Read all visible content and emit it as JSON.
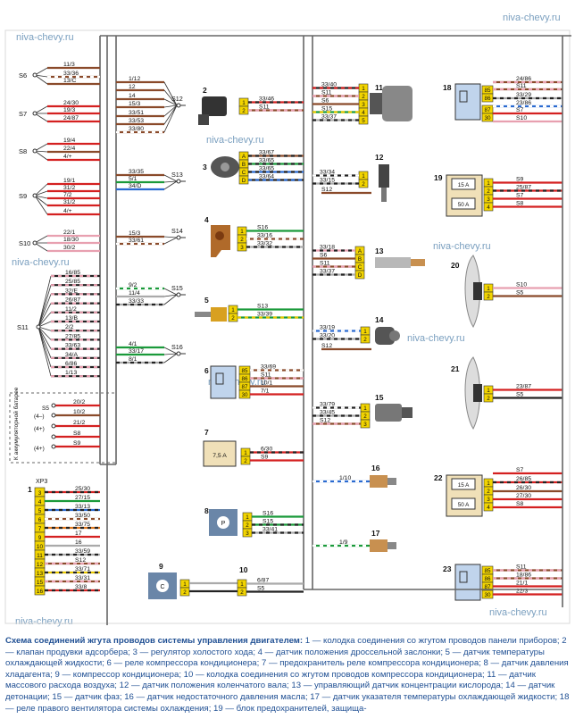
{
  "watermark": "niva-chevy.ru",
  "grounds": [
    "S6",
    "S7",
    "S8",
    "S9",
    "S10",
    "S11",
    "S12",
    "S13",
    "S14",
    "S15",
    "S16"
  ],
  "left_groups": {
    "S6": [
      "11/3",
      "33/36",
      "13/C"
    ],
    "S7": [
      "24/30",
      "19/3",
      "24/87"
    ],
    "S8": [
      "19/4",
      "22/4",
      "4/+"
    ],
    "S9": [
      "19/1",
      "31/2",
      "7/2",
      "31/2",
      "4/+"
    ],
    "S10": [
      "22/1",
      "18/30",
      "30/2"
    ],
    "S11": [
      "16/85",
      "25/85",
      "32/E",
      "26/87",
      "11/2",
      "13/B",
      "2/2",
      "27/85",
      "33/63",
      "34/A",
      "6/86",
      "1/13"
    ]
  },
  "s12_wires": [
    "1/12",
    "12",
    "14",
    "15/3",
    "33/51",
    "33/53",
    "33/80"
  ],
  "s13_wires": [
    "33/35",
    "5/1",
    "34/D"
  ],
  "s14_wires": [
    "15/3",
    "33/61"
  ],
  "s15_wires": [
    "9/2",
    "11/4",
    "33/33"
  ],
  "s16_wires": [
    "4/1",
    "33/17",
    "8/1"
  ],
  "battery": {
    "label": "К аккумуляторной батарее",
    "wires": [
      "20/2",
      "10/2",
      "21/2",
      "S8",
      "S9"
    ],
    "terms": [
      "S5",
      "(4–)",
      "(4+)",
      "(4+)"
    ]
  },
  "xp3": {
    "title": "XP3",
    "pins": [
      "3",
      "4",
      "5",
      "6",
      "7",
      "9",
      "10",
      "11",
      "12",
      "13",
      "15",
      "16"
    ],
    "wires": [
      "25/30",
      "27/15",
      "33/13",
      "33/50",
      "33/75",
      "17",
      "16",
      "33/59",
      "S12",
      "33/71",
      "33/31",
      "33/8"
    ]
  },
  "components": {
    "c1": "1",
    "c2": "2",
    "c3": "3",
    "c4": "4",
    "c5": "5",
    "c6": "6",
    "c7": "7",
    "c8": "8",
    "c9": "9",
    "c10": "10",
    "c11": "11",
    "c12": "12",
    "c13": "13",
    "c14": "14",
    "c15": "15",
    "c16": "16",
    "c17": "17",
    "c18": "18",
    "c19": "19",
    "c20": "20",
    "c21": "21",
    "c22": "22",
    "c23": "23"
  },
  "c2_wires": [
    "33/46",
    "S11"
  ],
  "c3_wires": [
    "33/67",
    "33/65",
    "33/65",
    "33/64"
  ],
  "c3_pins": [
    "A",
    "B",
    "C",
    "D"
  ],
  "c4_wires": [
    "S16",
    "33/16",
    "33/32"
  ],
  "c5_wires": [
    "S13",
    "33/39"
  ],
  "c6_wires": [
    "33/69",
    "S11",
    "10/1",
    "7/1"
  ],
  "c6_pins": [
    "85",
    "86",
    "87",
    "30"
  ],
  "c7_wires": [
    "6/30",
    "S9"
  ],
  "c7_fuse": "7,5 A",
  "c8_wires": [
    "S16",
    "S15",
    "33/41"
  ],
  "c8_label": "P",
  "c9_label": "C",
  "c10_wires": [
    "6/87",
    "S5"
  ],
  "c11_wires": [
    "33/40",
    "S11",
    "S6",
    "S15",
    "33/37"
  ],
  "c12_wires": [
    "33/34",
    "33/15",
    "S12"
  ],
  "c13_wires": [
    "33/18",
    "S6",
    "S11",
    "33/37"
  ],
  "c13_pins": [
    "A",
    "B",
    "C",
    "D"
  ],
  "c14_wires": [
    "33/19",
    "33/20",
    "S12"
  ],
  "c15_wires": [
    "33/79",
    "33/45",
    "S12"
  ],
  "c16_wires": [
    "1/10"
  ],
  "c17_wires": [
    "1/9"
  ],
  "c18_wires": [
    "24/86",
    "S11",
    "33/29",
    "23/86",
    "S7",
    "S10"
  ],
  "c18_pins": [
    "85",
    "86",
    "87",
    "30"
  ],
  "c19_wires": [
    "S9",
    "25/87",
    "S7",
    "S8"
  ],
  "c19_fuses": [
    "15 A",
    "50 A"
  ],
  "c20_wires": [
    "S10",
    "S5"
  ],
  "c21_wires": [
    "23/87",
    "S5"
  ],
  "c22_wires": [
    "S7",
    "26/85",
    "26/30",
    "27/30",
    "S8"
  ],
  "c22_fuses": [
    "15 A",
    "50 A"
  ],
  "c23_wires": [
    "S11",
    "18/86",
    "21/1",
    "22/3"
  ],
  "c23_pins": [
    "85",
    "86",
    "87",
    "30"
  ],
  "caption_title": "Схема соединений жгута проводов системы управления двигателем:",
  "caption_body": " 1 — колодка соединения со жгутом проводов панели приборов; 2 — клапан продувки адсорбера; 3 — регулятор холостого хода; 4 — датчик положения дроссельной заслонки; 5 — датчик температуры охлаждающей жидкости; 6 — реле компрессора кондиционера; 7 — предохранитель реле компрессора кондиционера; 8 — датчик давления хладагента; 9 — компрессор кондиционера; 10 — колодка соединения со жгутом проводов компрессора кондиционера; 11 — датчик массового расхода воздуха; 12 — датчик положения коленчатого вала; 13 — управляющий датчик концентрации кислорода; 14 — датчик детонации; 15 — датчик фаз; 16 — датчик недостаточного давления масла; 17 — датчик указателя температуры охлаждающей жидкости; 18 — реле правого вентилятора системы охлаждения; 19 — блок предохранителей, защища-"
}
